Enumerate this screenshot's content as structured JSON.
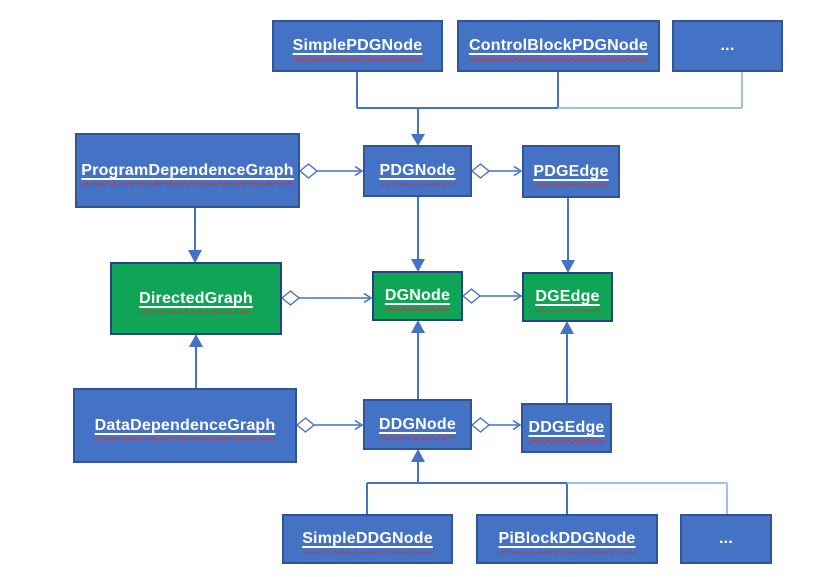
{
  "colors": {
    "node_blue": "#4472C4",
    "node_green": "#10A456",
    "border_blue": "#2F5597",
    "border_green": "#27408B",
    "line": "#4472C4",
    "line_light": "#A6BDE7",
    "label_text": "#FFFFFF",
    "squiggle_red": "#DF2E2E",
    "background": "#FFFFFF"
  },
  "nodes": {
    "simple_pdg_node": {
      "label": "SimplePDGNode",
      "color": "blue"
    },
    "control_block_pdg_node": {
      "label": "ControlBlockPDGNode",
      "color": "blue"
    },
    "dots_top": {
      "label": "...",
      "color": "blue"
    },
    "program_dependence_graph": {
      "label": "ProgramDependenceGraph",
      "color": "blue"
    },
    "pdg_node": {
      "label": "PDGNode",
      "color": "blue"
    },
    "pdg_edge": {
      "label": "PDGEdge",
      "color": "blue"
    },
    "directed_graph": {
      "label": "DirectedGraph",
      "color": "green"
    },
    "dg_node": {
      "label": "DGNode",
      "color": "green"
    },
    "dg_edge": {
      "label": "DGEdge",
      "color": "green"
    },
    "data_dependence_graph": {
      "label": "DataDependenceGraph",
      "color": "blue"
    },
    "ddg_node": {
      "label": "DDGNode",
      "color": "blue"
    },
    "ddg_edge": {
      "label": "DDGEdge",
      "color": "blue"
    },
    "simple_ddg_node": {
      "label": "SimpleDDGNode",
      "color": "blue"
    },
    "pi_block_ddg_node": {
      "label": "PiBlockDDGNode",
      "color": "blue"
    },
    "dots_bottom": {
      "label": "...",
      "color": "blue"
    }
  },
  "edges": [
    {
      "from": "SimplePDGNode",
      "to": "PDGNode",
      "type": "arrow"
    },
    {
      "from": "ControlBlockPDGNode",
      "to": "PDGNode",
      "type": "arrow"
    },
    {
      "from": "... (top)",
      "to": "PDGNode",
      "type": "arrow"
    },
    {
      "from": "PDGNode",
      "to": "DGNode",
      "type": "arrow"
    },
    {
      "from": "PDGEdge",
      "to": "DGEdge",
      "type": "arrow"
    },
    {
      "from": "ProgramDependenceGraph",
      "to": "DirectedGraph",
      "type": "arrow"
    },
    {
      "from": "DataDependenceGraph",
      "to": "DirectedGraph",
      "type": "arrow"
    },
    {
      "from": "DDGNode",
      "to": "DGNode",
      "type": "arrow"
    },
    {
      "from": "DDGEdge",
      "to": "DGEdge",
      "type": "arrow"
    },
    {
      "from": "SimpleDDGNode",
      "to": "DDGNode",
      "type": "arrow"
    },
    {
      "from": "PiBlockDDGNode",
      "to": "DDGNode",
      "type": "arrow"
    },
    {
      "from": "... (bottom)",
      "to": "DDGNode",
      "type": "arrow"
    },
    {
      "from": "ProgramDependenceGraph",
      "to": "PDGNode",
      "type": "aggregation"
    },
    {
      "from": "PDGNode",
      "to": "PDGEdge",
      "type": "aggregation"
    },
    {
      "from": "DirectedGraph",
      "to": "DGNode",
      "type": "aggregation"
    },
    {
      "from": "DGNode",
      "to": "DGEdge",
      "type": "aggregation"
    },
    {
      "from": "DataDependenceGraph",
      "to": "DDGNode",
      "type": "aggregation"
    },
    {
      "from": "DDGNode",
      "to": "DDGEdge",
      "type": "aggregation"
    }
  ]
}
